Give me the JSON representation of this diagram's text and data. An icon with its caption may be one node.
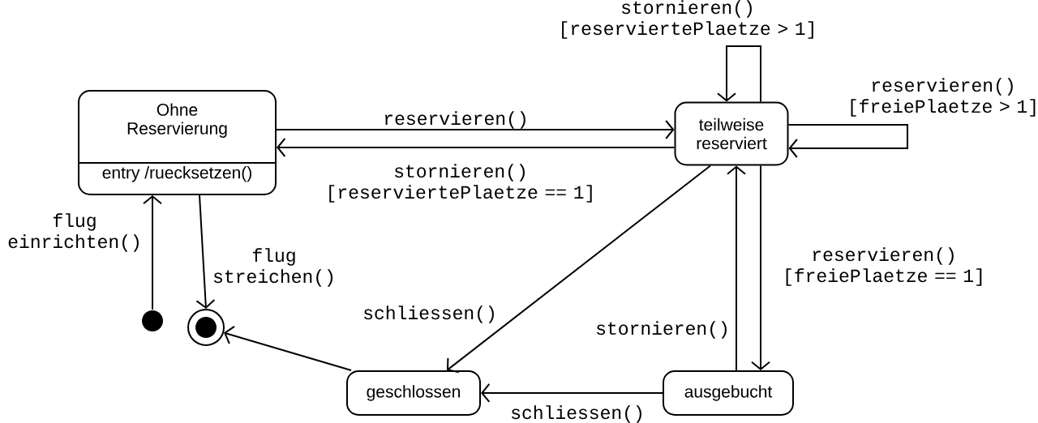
{
  "diagram": {
    "nodes": [
      {
        "text": [
          "Ohne Reservierung",
          "entry /ruecksetzen()"
        ]
      },
      {
        "text": [
          "teilweise reserviert"
        ]
      },
      {
        "text": [],
        "shape": "circle"
      },
      {
        "text": [],
        "shape": "circle"
      },
      {
        "text": [
          "geschlossen"
        ]
      },
      {
        "text": [
          "ausgebucht"
        ]
      }
    ],
    "edges": [
      {
        "from": 0,
        "to": 1,
        "arrow": "to",
        "label": "reservieren()"
      },
      {
        "from": 1,
        "to": 0,
        "arrow": "to",
        "label": "stornieren() [reserviertePlaetze == 1]"
      },
      {
        "from": 1,
        "to": 1,
        "arrow": "to",
        "label": "stornieren() [reserviertePlaetze > 1]"
      },
      {
        "from": 1,
        "to": 1,
        "arrow": "to",
        "label": "reservieren() [freiePlaetze > 1]"
      },
      {
        "from": 2,
        "to": 0,
        "arrow": "to",
        "label": "flug einrichten()"
      },
      {
        "from": 0,
        "to": 3,
        "arrow": "to",
        "label": "flug streichen()"
      },
      {
        "from": 1,
        "to": 4,
        "arrow": "to",
        "label": "schliessen()"
      },
      {
        "from": 1,
        "to": 5,
        "arrow": "to",
        "label": "reservieren() [freiePlaetze == 1]"
      },
      {
        "from": 5,
        "to": 1,
        "arrow": "to",
        "label": "stornieren()"
      },
      {
        "from": 5,
        "to": 4,
        "arrow": "to",
        "label": "schliessen()"
      },
      {
        "from": 4,
        "to": 3,
        "arrow": "to"
      }
    ]
  }
}
